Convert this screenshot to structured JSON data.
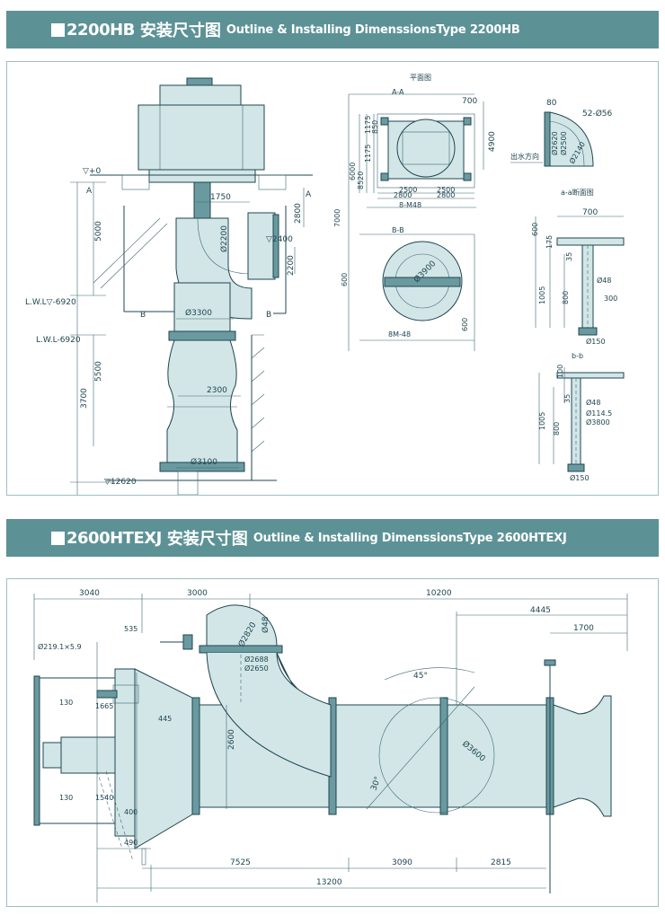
{
  "colors": {
    "banner": "#5c9296",
    "line": "#1f4550",
    "fill": "#d2e6e7"
  },
  "top": {
    "banner": {
      "model": "2200HB",
      "cn": "安装尺寸图",
      "en": "Outline & Installing DimenssionsType 2200HB"
    },
    "elevation": {
      "plus0": "▽+0",
      "sec_a": "A",
      "sec_b": "B",
      "d1750": "1750",
      "d2800": "2800",
      "d5000": "5000",
      "d2200_dia": "Ø2200",
      "d2400": "▽2400",
      "d2200": "2200",
      "lwl1": "L.W.L▽-6920",
      "lwl2": "L.W.L-6920",
      "d3300": "Ø3300",
      "d5500": "5500",
      "d3700": "3700",
      "d2300": "2300",
      "d3100": "Ø3100",
      "d12620": "▽12620"
    },
    "plan": {
      "title": "平面图",
      "aa": "A-A",
      "d700": "700",
      "d4900": "4900",
      "d6000": "6000",
      "d8520": "8520",
      "d1175": "1175",
      "d1175b": "1175",
      "d850": "850",
      "d2500a": "2500",
      "d2500b": "2500",
      "d2800a": "2800",
      "d2800b": "2800",
      "m48": "8-M48",
      "d7000": "7000",
      "bb": "B-B",
      "d600": "600",
      "d600b": "600",
      "d3900": "Ø3900",
      "m48b": "8M-48"
    },
    "outlet": {
      "d80": "80",
      "d52": "52-Ø56",
      "d2500": "Ø2500",
      "d2140": "Ø2140",
      "d2620": "Ø2620",
      "dir": "出水方向"
    },
    "section_a": {
      "title": "a-a断面图",
      "d700": "700",
      "d600": "600",
      "d175": "175",
      "d35": "35",
      "d48": "Ø48",
      "d1005": "1005",
      "d800": "800",
      "d300": "300",
      "d150": "Ø150"
    },
    "section_b": {
      "title": "b-b",
      "d100": "100",
      "d35": "35",
      "d48": "Ø48",
      "d114": "Ø114.5",
      "d3800": "Ø3800",
      "d1005": "1005",
      "d800": "800",
      "d150": "Ø150"
    }
  },
  "bottom": {
    "banner": {
      "model": "2600HTEXJ",
      "cn": "安装尺寸图",
      "en": "Outline & Installing DimenssionsType 2600HTEXJ"
    },
    "dims": {
      "d3040": "3040",
      "d3000": "3000",
      "d10200": "10200",
      "d4445": "4445",
      "d1700": "1700",
      "d535": "535",
      "d219": "Ø219.1×5.9",
      "d48": "Ø48",
      "d2820": "Ø2820",
      "d2688": "Ø2688",
      "d2650": "Ø2650",
      "d1665": "1665",
      "d130a": "130",
      "d445": "445",
      "d2600": "2600",
      "d45": "45°",
      "d3600": "Ø3600",
      "d30": "30°",
      "d130b": "130",
      "d1540": "1540",
      "d400": "400",
      "d490": "490",
      "d7525": "7525",
      "d3090": "3090",
      "d2815": "2815",
      "d13200": "13200"
    }
  }
}
